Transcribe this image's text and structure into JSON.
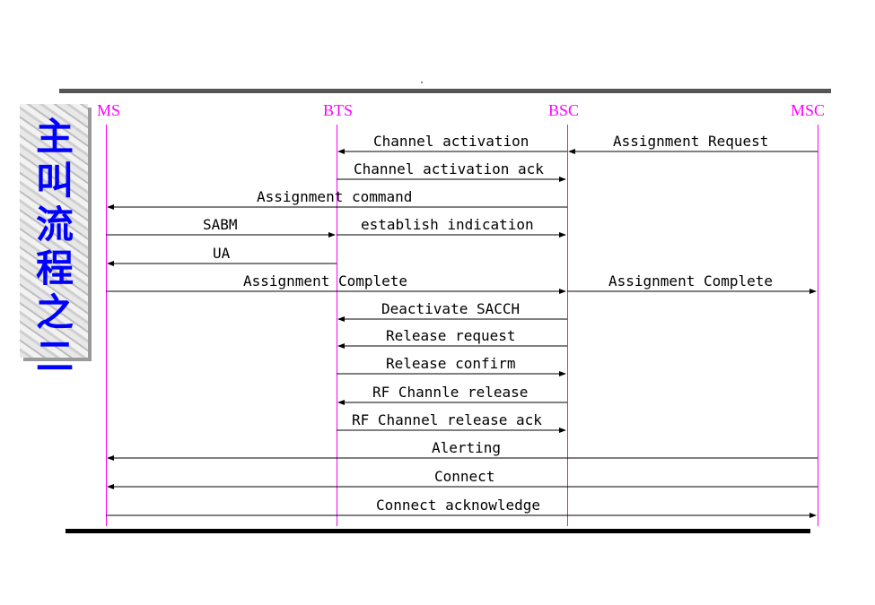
{
  "title": "主叫流程之二",
  "entities": [
    {
      "id": "ms",
      "label": "MS"
    },
    {
      "id": "bts",
      "label": "BTS"
    },
    {
      "id": "bsc",
      "label": "BSC"
    },
    {
      "id": "msc",
      "label": "MSC"
    }
  ],
  "messages": [
    {
      "label": "Channel activation",
      "from": "bsc",
      "to": "bts"
    },
    {
      "label": "Assignment Request",
      "from": "msc",
      "to": "bsc"
    },
    {
      "label": "Channel activation ack",
      "from": "bts",
      "to": "bsc"
    },
    {
      "label": "Assignment command",
      "from": "bsc",
      "to": "ms"
    },
    {
      "label": "SABM",
      "from": "ms",
      "to": "bts"
    },
    {
      "label": "establish indication",
      "from": "bts",
      "to": "bsc"
    },
    {
      "label": "UA",
      "from": "bts",
      "to": "ms"
    },
    {
      "label": "Assignment Complete",
      "from": "ms",
      "to": "bsc"
    },
    {
      "label": "Assignment Complete",
      "from": "bsc",
      "to": "msc"
    },
    {
      "label": "Deactivate SACCH",
      "from": "bsc",
      "to": "bts"
    },
    {
      "label": "Release request",
      "from": "bsc",
      "to": "bts"
    },
    {
      "label": "Release confirm",
      "from": "bts",
      "to": "bsc"
    },
    {
      "label": "RF Channle release",
      "from": "bsc",
      "to": "bts"
    },
    {
      "label": "RF Channel release ack",
      "from": "bts",
      "to": "bsc"
    },
    {
      "label": "Alerting",
      "from": "msc",
      "to": "ms"
    },
    {
      "label": "Connect",
      "from": "msc",
      "to": "ms"
    },
    {
      "label": "Connect acknowledge",
      "from": "ms",
      "to": "msc"
    }
  ],
  "colors": {
    "lifeline": "#ff00ff",
    "title": "#0000ff",
    "arrow": "#000000"
  }
}
